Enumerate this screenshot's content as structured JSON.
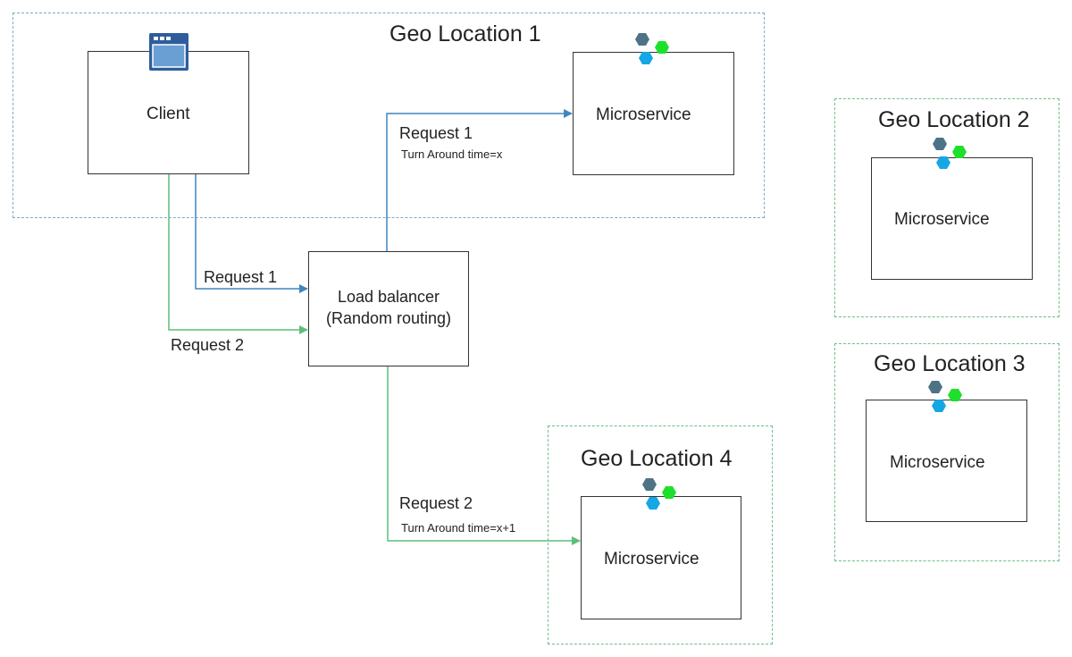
{
  "geo_locations": {
    "geo1": {
      "title": "Geo Location 1"
    },
    "geo2": {
      "title": "Geo Location 2"
    },
    "geo3": {
      "title": "Geo Location 3"
    },
    "geo4": {
      "title": "Geo Location 4"
    }
  },
  "client": {
    "label": "Client"
  },
  "load_balancer": {
    "line1": "Load balancer",
    "line2": "(Random routing)"
  },
  "microservices": {
    "geo1": {
      "label": "Microservice"
    },
    "geo2": {
      "label": "Microservice"
    },
    "geo3": {
      "label": "Microservice"
    },
    "geo4": {
      "label": "Microservice"
    }
  },
  "requests": {
    "client_request1": "Request 1",
    "client_request2": "Request 2",
    "lb_request1": "Request 1",
    "lb_request1_time": "Turn Around time=x",
    "lb_request2": "Request 2",
    "lb_request2_time": "Turn Around time=x+1"
  },
  "colors": {
    "request1_line": "#3f86bf",
    "request2_line": "#5cbf7c",
    "hex_slate": "#4f7386",
    "hex_green": "#1ee02b",
    "hex_blue": "#14a7e4",
    "browser_icon": "#2f5d9b"
  },
  "icons": {
    "client": "browser-window-icon",
    "microservice": "hexagon-cluster-icon"
  }
}
